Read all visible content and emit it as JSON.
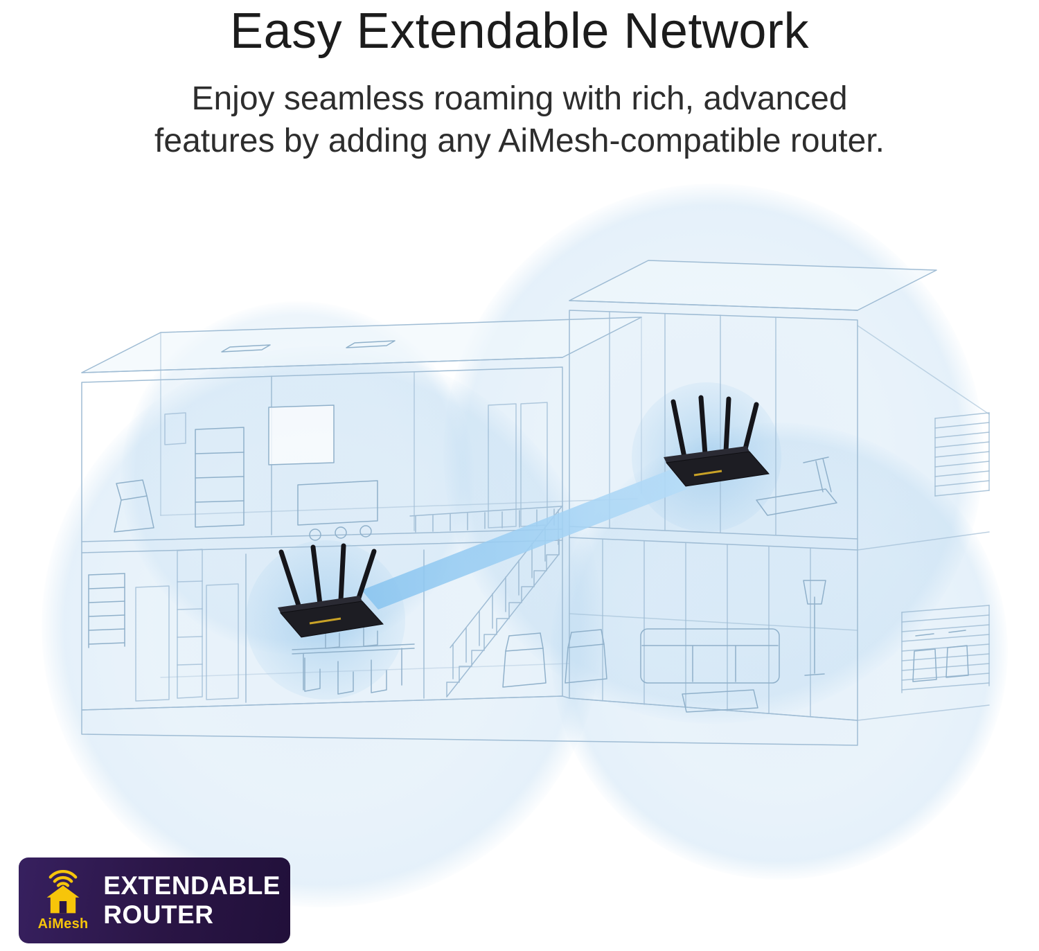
{
  "page": {
    "title": "Easy Extendable Network",
    "subtitle_line1": "Enjoy seamless roaming with rich, advanced",
    "subtitle_line2": "features by adding any AiMesh-compatible router."
  },
  "badge": {
    "label_line1": "EXTENDABLE",
    "label_line2": "ROUTER",
    "icon_name": "aimesh-house-wifi-icon",
    "icon_label": "AiMesh",
    "background_color": "#2a1545",
    "accent_color": "#f7c50a",
    "text_color": "#ffffff"
  },
  "illustration": {
    "coverage_color": "#b7d7f0",
    "beam_color": "#86c3ef",
    "wireframe_color": "#9fbcd4",
    "router_color": "#1d1d23"
  }
}
